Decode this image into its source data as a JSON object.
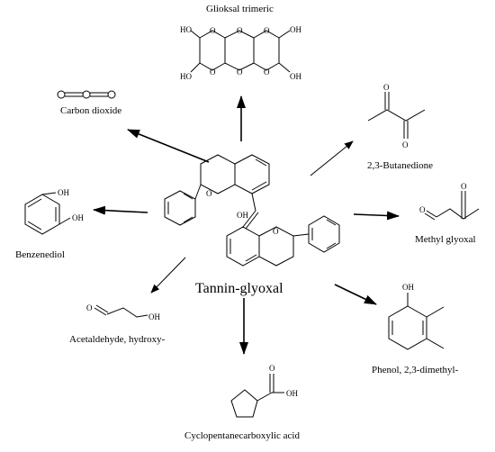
{
  "center": {
    "label": "Tannin-glyoxal",
    "oh_label": "OH",
    "o1": "O",
    "o2": "O"
  },
  "products": {
    "glioksal_trimeric": {
      "name": "Glioksal trimeric",
      "oh": "HO",
      "oh_r": "OH",
      "o": "O"
    },
    "carbon_dioxide": {
      "name": "Carbon dioxide"
    },
    "butanedione": {
      "name": "2,3-Butanedione",
      "o": "O"
    },
    "benzenediol": {
      "name": "Benzenediol",
      "oh": "OH"
    },
    "methyl_glyoxal": {
      "name": "Methyl glyoxal",
      "o": "O"
    },
    "acetaldehyde_hydroxy": {
      "name": "Acetaldehyde, hydroxy-",
      "o": "O",
      "oh": "OH"
    },
    "phenol_dimethyl": {
      "name": "Phenol, 2,3-dimethyl-",
      "oh": "OH"
    },
    "cyclopentanecarboxylic_acid": {
      "name": "Cyclopentanecarboxylic acid",
      "o": "O",
      "oh": "OH"
    }
  }
}
